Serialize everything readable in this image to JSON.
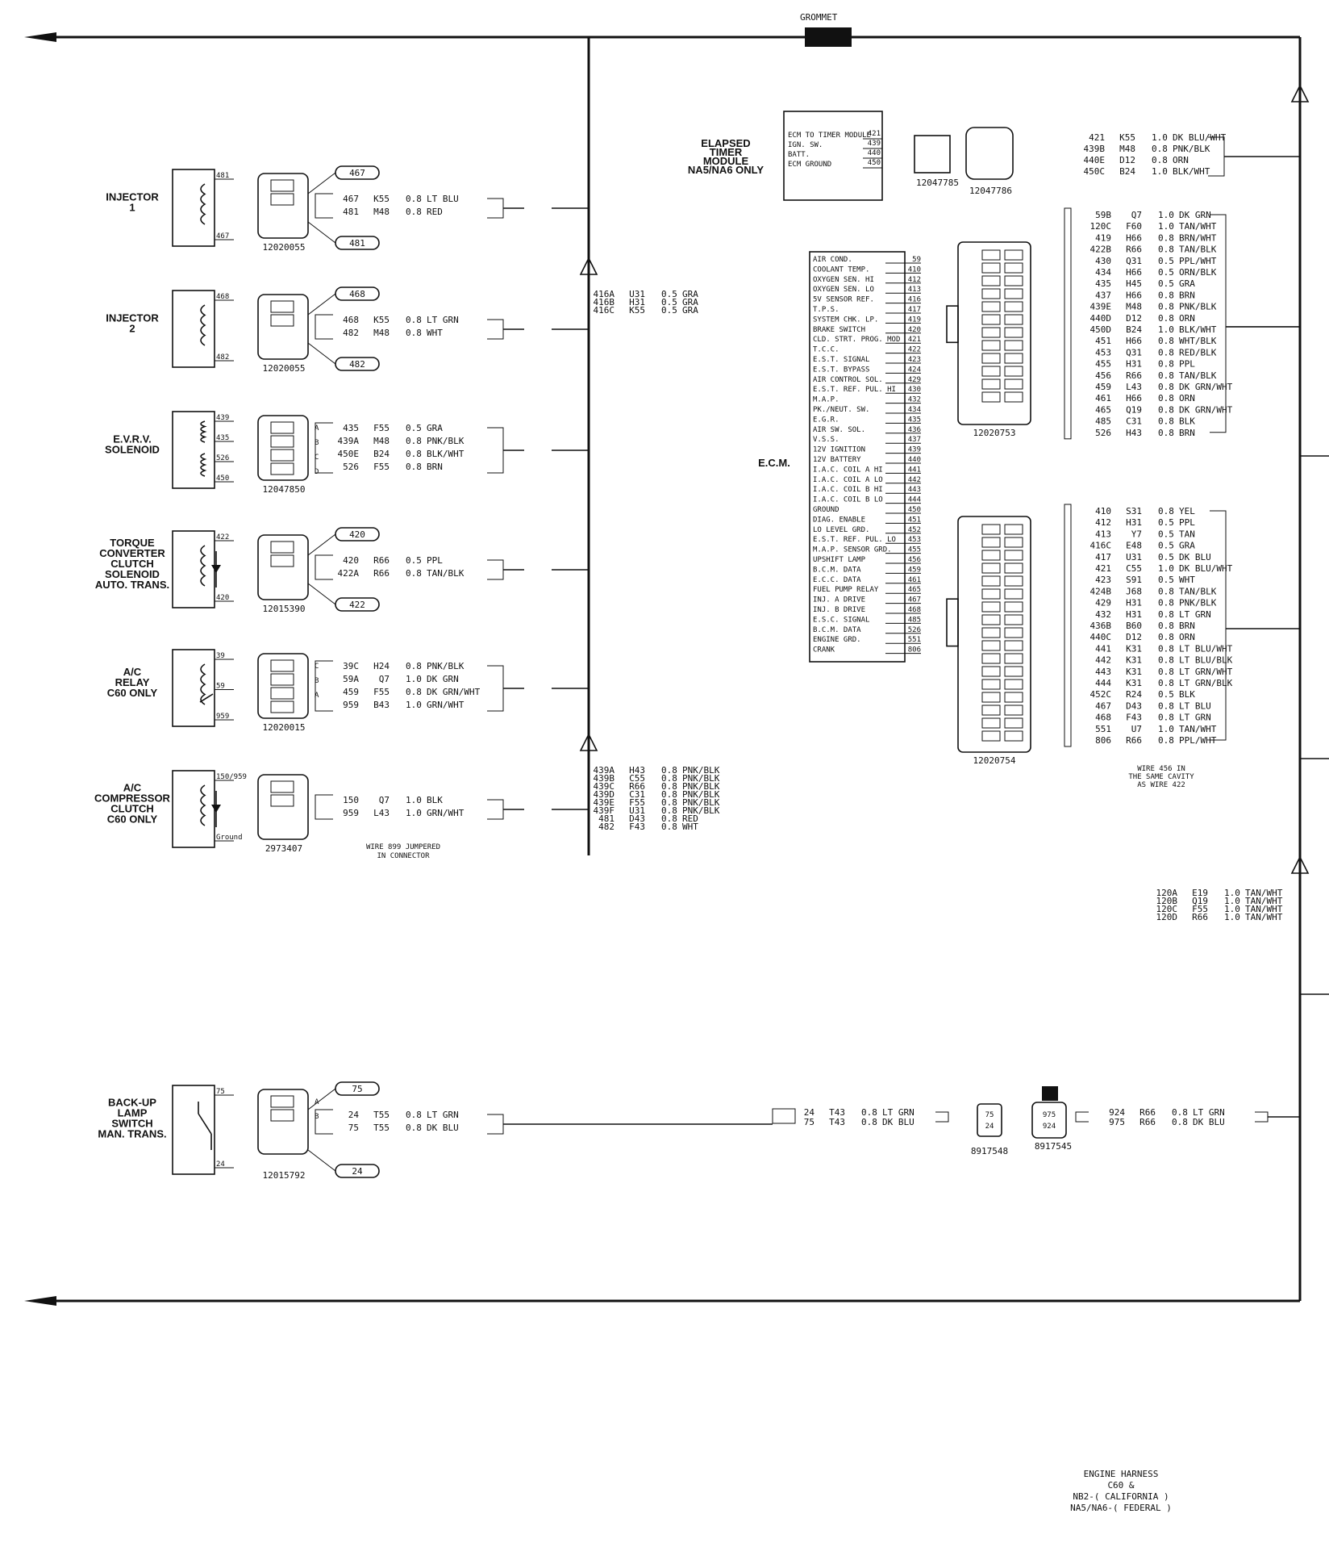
{
  "grommet": "GROMMET",
  "title_block": [
    "ENGINE HARNESS",
    "C60 &",
    "NB2-( CALIFORNIA )",
    "NA5/NA6-( FEDERAL )"
  ],
  "components": [
    {
      "label": [
        "INJECTOR",
        "1"
      ],
      "part": "12020055",
      "pins": [
        "481",
        "467"
      ],
      "tags": [
        "467",
        "481"
      ],
      "wires": [
        [
          "467",
          "K55",
          "0.8",
          "LT BLU"
        ],
        [
          "481",
          "M48",
          "0.8",
          "RED"
        ]
      ]
    },
    {
      "label": [
        "INJECTOR",
        "2"
      ],
      "part": "12020055",
      "pins": [
        "468",
        "482"
      ],
      "tags": [
        "468",
        "482"
      ],
      "wires": [
        [
          "468",
          "K55",
          "0.8",
          "LT GRN"
        ],
        [
          "482",
          "M48",
          "0.8",
          "WHT"
        ]
      ]
    },
    {
      "label": [
        "E.V.R.V.",
        "SOLENOID"
      ],
      "part": "12047850",
      "pins": [
        "439",
        "435",
        "526",
        "450"
      ],
      "letters": [
        "A",
        "B",
        "C",
        "D"
      ],
      "wires": [
        [
          "435",
          "F55",
          "0.5",
          "GRA"
        ],
        [
          "439A",
          "M48",
          "0.8",
          "PNK/BLK"
        ],
        [
          "450E",
          "B24",
          "0.8",
          "BLK/WHT"
        ],
        [
          "526",
          "F55",
          "0.8",
          "BRN"
        ]
      ]
    },
    {
      "label": [
        "TORQUE",
        "CONVERTER",
        "CLUTCH",
        "SOLENOID",
        "AUTO. TRANS."
      ],
      "part": "12015390",
      "pins": [
        "422",
        "420"
      ],
      "tags": [
        "420",
        "422"
      ],
      "wires": [
        [
          "420",
          "R66",
          "0.5",
          "PPL"
        ],
        [
          "422A",
          "R66",
          "0.8",
          "TAN/BLK"
        ]
      ]
    },
    {
      "label": [
        "A/C",
        "RELAY",
        "C60 ONLY"
      ],
      "part": "12020015",
      "pins": [
        "39",
        "59",
        "959"
      ],
      "letters": [
        "C",
        "B",
        "A"
      ],
      "wires": [
        [
          "39C",
          "H24",
          "0.8",
          "PNK/BLK"
        ],
        [
          "59A",
          "Q7",
          "1.0",
          "DK GRN"
        ],
        [
          "459",
          "F55",
          "0.8",
          "DK GRN/WHT"
        ],
        [
          "959",
          "B43",
          "1.0",
          "GRN/WHT"
        ]
      ]
    },
    {
      "label": [
        "A/C",
        "COMPRESSOR",
        "CLUTCH",
        "C60 ONLY"
      ],
      "part": "2973407",
      "pins": [
        "150/959",
        "Ground"
      ],
      "wires": [
        [
          "150",
          "Q7",
          "1.0",
          "BLK"
        ],
        [
          "959",
          "L43",
          "1.0",
          "GRN/WHT"
        ]
      ]
    },
    {
      "label": [
        "BACK-UP",
        "LAMP",
        "SWITCH",
        "MAN. TRANS."
      ],
      "part": "12015792",
      "pins": [
        "75",
        "24"
      ],
      "tags": [
        "75",
        "24"
      ],
      "letters": [
        "A",
        "B"
      ],
      "wires": [
        [
          "24",
          "T55",
          "0.8",
          "LT GRN"
        ],
        [
          "75",
          "T55",
          "0.8",
          "DK BLU"
        ]
      ]
    }
  ],
  "jumper_note": [
    "WIRE 899 JUMPERED",
    "IN CONNECTOR"
  ],
  "splice1": [
    [
      "416A",
      "U31",
      "0.5",
      "GRA"
    ],
    [
      "416B",
      "H31",
      "0.5",
      "GRA"
    ],
    [
      "416C",
      "K55",
      "0.5",
      "GRA"
    ]
  ],
  "splice2": [
    [
      "439A",
      "H43",
      "0.8",
      "PNK/BLK"
    ],
    [
      "439B",
      "C55",
      "0.8",
      "PNK/BLK"
    ],
    [
      "439C",
      "R66",
      "0.8",
      "PNK/BLK"
    ],
    [
      "439D",
      "C31",
      "0.8",
      "PNK/BLK"
    ],
    [
      "439E",
      "F55",
      "0.8",
      "PNK/BLK"
    ],
    [
      "439F",
      "U31",
      "0.8",
      "PNK/BLK"
    ],
    [
      "481",
      "D43",
      "0.8",
      "RED"
    ],
    [
      "482",
      "F43",
      "0.8",
      "WHT"
    ]
  ],
  "splice3": [
    [
      "120A",
      "E19",
      "1.0",
      "TAN/WHT"
    ],
    [
      "120B",
      "Q19",
      "1.0",
      "TAN/WHT"
    ],
    [
      "120C",
      "F55",
      "1.0",
      "TAN/WHT"
    ],
    [
      "120D",
      "R66",
      "1.0",
      "TAN/WHT"
    ]
  ],
  "timer": {
    "label": [
      "ELAPSED",
      "TIMER",
      "MODULE",
      "NA5/NA6 ONLY"
    ],
    "rows": [
      [
        "ECM TO TIMER MODULE",
        "421"
      ],
      [
        "IGN. SW.",
        "439"
      ],
      [
        "BATT.",
        "440"
      ],
      [
        "ECM GROUND",
        "450"
      ]
    ],
    "part1": "12047785",
    "part2": "12047786",
    "wires": [
      [
        "421",
        "K55",
        "1.0",
        "DK BLU/WHT"
      ],
      [
        "439B",
        "M48",
        "0.8",
        "PNK/BLK"
      ],
      [
        "440E",
        "D12",
        "0.8",
        "ORN"
      ],
      [
        "450C",
        "B24",
        "1.0",
        "BLK/WHT"
      ]
    ]
  },
  "ecm": {
    "label": "E.C.M.",
    "rows": [
      [
        "AIR COND.",
        "59"
      ],
      [
        "COOLANT TEMP.",
        "410"
      ],
      [
        "OXYGEN SEN. HI",
        "412"
      ],
      [
        "OXYGEN SEN. LO",
        "413"
      ],
      [
        "5V SENSOR REF.",
        "416"
      ],
      [
        "T.P.S.",
        "417"
      ],
      [
        "SYSTEM CHK. LP.",
        "419"
      ],
      [
        "BRAKE SWITCH",
        "420"
      ],
      [
        "CLD. STRT. PROG. MOD",
        "421"
      ],
      [
        "T.C.C.",
        "422"
      ],
      [
        "E.S.T. SIGNAL",
        "423"
      ],
      [
        "E.S.T. BYPASS",
        "424"
      ],
      [
        "AIR CONTROL SOL.",
        "429"
      ],
      [
        "E.S.T. REF. PUL. HI",
        "430"
      ],
      [
        "M.A.P.",
        "432"
      ],
      [
        "PK./NEUT. SW.",
        "434"
      ],
      [
        "E.G.R.",
        "435"
      ],
      [
        "AIR SW. SOL.",
        "436"
      ],
      [
        "V.S.S.",
        "437"
      ],
      [
        "12V IGNITION",
        "439"
      ],
      [
        "12V BATTERY",
        "440"
      ],
      [
        "I.A.C. COIL A HI",
        "441"
      ],
      [
        "I.A.C. COIL A LO",
        "442"
      ],
      [
        "I.A.C. COIL B HI",
        "443"
      ],
      [
        "I.A.C. COIL B LO",
        "444"
      ],
      [
        "GROUND",
        "450"
      ],
      [
        "DIAG. ENABLE",
        "451"
      ],
      [
        "LO LEVEL GRD.",
        "452"
      ],
      [
        "E.S.T. REF. PUL. LO",
        "453"
      ],
      [
        "M.A.P. SENSOR GRD.",
        "455"
      ],
      [
        "UPSHIFT LAMP",
        "456"
      ],
      [
        "B.C.M. DATA",
        "459"
      ],
      [
        "E.C.C. DATA",
        "461"
      ],
      [
        "FUEL PUMP RELAY",
        "465"
      ],
      [
        "INJ. A DRIVE",
        "467"
      ],
      [
        "INJ. B DRIVE",
        "468"
      ],
      [
        "E.S.C. SIGNAL",
        "485"
      ],
      [
        "B.C.M. DATA",
        "526"
      ],
      [
        "ENGINE GRD.",
        "551"
      ],
      [
        "CRANK",
        "806"
      ]
    ]
  },
  "conn_upper": {
    "part": "12020753",
    "wires": [
      [
        "59B",
        "Q7",
        "1.0",
        "DK GRN"
      ],
      [
        "120C",
        "F60",
        "1.0",
        "TAN/WHT"
      ],
      [
        "419",
        "H66",
        "0.8",
        "BRN/WHT"
      ],
      [
        "422B",
        "R66",
        "0.8",
        "TAN/BLK"
      ],
      [
        "430",
        "Q31",
        "0.5",
        "PPL/WHT"
      ],
      [
        "434",
        "H66",
        "0.5",
        "ORN/BLK"
      ],
      [
        "435",
        "H45",
        "0.5",
        "GRA"
      ],
      [
        "437",
        "H66",
        "0.8",
        "BRN"
      ],
      [
        "439E",
        "M48",
        "0.8",
        "PNK/BLK"
      ],
      [
        "440D",
        "D12",
        "0.8",
        "ORN"
      ],
      [
        "450D",
        "B24",
        "1.0",
        "BLK/WHT"
      ],
      [
        "451",
        "H66",
        "0.8",
        "WHT/BLK"
      ],
      [
        "453",
        "Q31",
        "0.8",
        "RED/BLK"
      ],
      [
        "455",
        "H31",
        "0.8",
        "PPL"
      ],
      [
        "456",
        "R66",
        "0.8",
        "TAN/BLK"
      ],
      [
        "459",
        "L43",
        "0.8",
        "DK GRN/WHT"
      ],
      [
        "461",
        "H66",
        "0.8",
        "ORN"
      ],
      [
        "465",
        "Q19",
        "0.8",
        "DK GRN/WHT"
      ],
      [
        "485",
        "C31",
        "0.8",
        "BLK"
      ],
      [
        "526",
        "H43",
        "0.8",
        "BRN"
      ]
    ]
  },
  "conn_lower": {
    "part": "12020754",
    "wires": [
      [
        "410",
        "S31",
        "0.8",
        "YEL"
      ],
      [
        "412",
        "H31",
        "0.5",
        "PPL"
      ],
      [
        "413",
        "Y7",
        "0.5",
        "TAN"
      ],
      [
        "416C",
        "E48",
        "0.5",
        "GRA"
      ],
      [
        "417",
        "U31",
        "0.5",
        "DK BLU"
      ],
      [
        "421",
        "C55",
        "1.0",
        "DK BLU/WHT"
      ],
      [
        "423",
        "S91",
        "0.5",
        "WHT"
      ],
      [
        "424B",
        "J68",
        "0.8",
        "TAN/BLK"
      ],
      [
        "429",
        "H31",
        "0.8",
        "PNK/BLK"
      ],
      [
        "432",
        "H31",
        "0.8",
        "LT GRN"
      ],
      [
        "436B",
        "B60",
        "0.8",
        "BRN"
      ],
      [
        "440C",
        "D12",
        "0.8",
        "ORN"
      ],
      [
        "441",
        "K31",
        "0.8",
        "LT BLU/WHT"
      ],
      [
        "442",
        "K31",
        "0.8",
        "LT BLU/BLK"
      ],
      [
        "443",
        "K31",
        "0.8",
        "LT GRN/WHT"
      ],
      [
        "444",
        "K31",
        "0.8",
        "LT GRN/BLK"
      ],
      [
        "452C",
        "R24",
        "0.5",
        "BLK"
      ],
      [
        "467",
        "D43",
        "0.8",
        "LT BLU"
      ],
      [
        "468",
        "F43",
        "0.8",
        "LT GRN"
      ],
      [
        "551",
        "U7",
        "1.0",
        "TAN/WHT"
      ],
      [
        "806",
        "R66",
        "0.8",
        "PPL/WHT"
      ]
    ],
    "note": [
      "WIRE 456 IN",
      "THE SAME CAVITY",
      "AS WIRE 422"
    ]
  },
  "backup_chain": {
    "mid": [
      [
        "24",
        "T43",
        "0.8",
        "LT GRN"
      ],
      [
        "75",
        "T43",
        "0.8",
        "DK BLU"
      ]
    ],
    "part1": "8917548",
    "part2": "8917545",
    "cav1": [
      "75",
      "24"
    ],
    "cav2": [
      "975",
      "924"
    ],
    "right": [
      [
        "924",
        "R66",
        "0.8",
        "LT GRN"
      ],
      [
        "975",
        "R66",
        "0.8",
        "DK BLU"
      ]
    ]
  }
}
